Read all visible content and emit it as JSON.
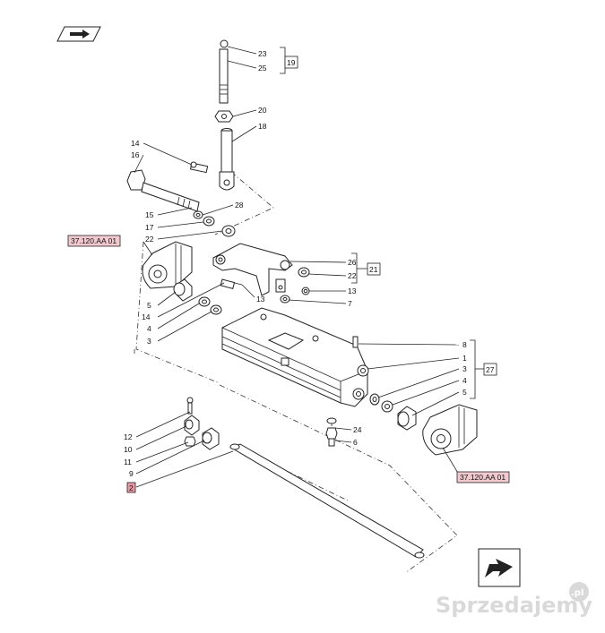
{
  "callouts": {
    "c23": "23",
    "c25": "25",
    "c19": "19",
    "c20": "20",
    "c18": "18",
    "c14": "14",
    "c16": "16",
    "c15": "15",
    "c28": "28",
    "c17": "17",
    "c22a": "22",
    "c26": "26",
    "c22b": "22",
    "c21": "21",
    "c13a": "13",
    "c13b": "13",
    "c7": "7",
    "c5a": "5",
    "c14b": "14",
    "c4a": "4",
    "c3a": "3",
    "c8": "8",
    "c1": "1",
    "c3b": "3",
    "c27": "27",
    "c4b": "4",
    "c5b": "5",
    "c24": "24",
    "c6": "6",
    "c12": "12",
    "c10": "10",
    "c11": "11",
    "c9": "9",
    "c2": "2"
  },
  "references": {
    "ref_left": "37.120.AA 01",
    "ref_right": "37.120.AA 01"
  },
  "colors": {
    "ref_fill": "#f2c9cf",
    "highlight_fill": "#e99aa6",
    "line": "#222222"
  },
  "icons": {
    "top_left": "hand-pointing-right-icon",
    "bottom_right": "arrow-direction-icon"
  },
  "watermark": {
    "text": "Sprzedajemy",
    "suffix": ".pl"
  }
}
